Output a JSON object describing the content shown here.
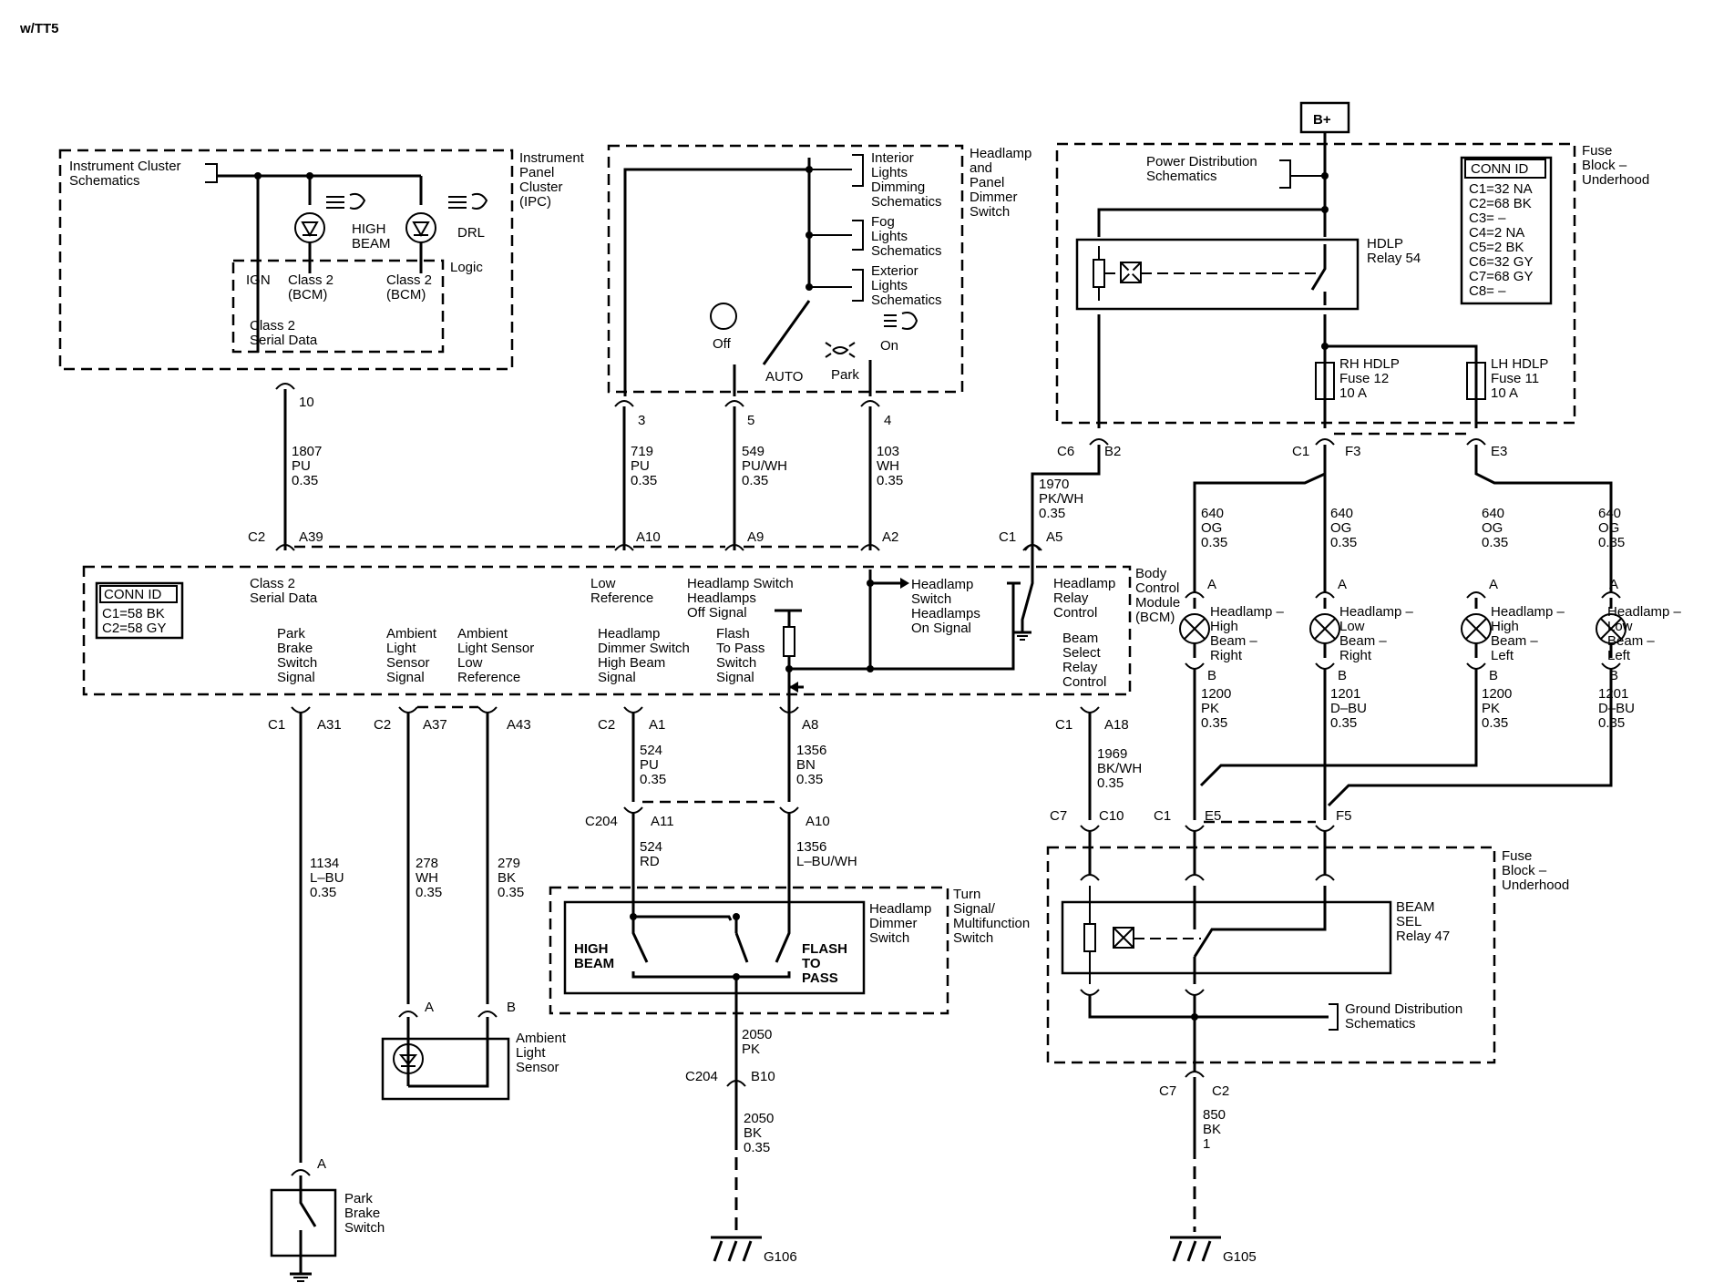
{
  "header": {
    "variant": "w/TT5",
    "battery": "B+"
  },
  "modules": {
    "ipc": {
      "title_lines": [
        "Instrument",
        "Panel",
        "Cluster",
        "(IPC)"
      ],
      "ref_lines": [
        "Instrument Cluster",
        "Schematics"
      ],
      "high_beam_lines": [
        "HIGH",
        "BEAM"
      ],
      "drl": "DRL",
      "logic": "Logic",
      "ign": "IGN",
      "class2_bcm_a_lines": [
        "Class 2",
        "(BCM)"
      ],
      "class2_bcm_b_lines": [
        "Class 2",
        "(BCM)"
      ],
      "serial_lines": [
        "Class 2",
        "Serial Data"
      ]
    },
    "headlamp_switch": {
      "title_lines": [
        "Headlamp",
        "and",
        "Panel",
        "Dimmer",
        "Switch"
      ],
      "ref_interior_lines": [
        "Interior",
        "Lights",
        "Dimming",
        "Schematics"
      ],
      "ref_fog_lines": [
        "Fog",
        "Lights",
        "Schematics"
      ],
      "ref_exterior_lines": [
        "Exterior",
        "Lights",
        "Schematics"
      ],
      "off": "Off",
      "auto": "AUTO",
      "park": "Park",
      "on": "On"
    },
    "fuse_block_top": {
      "title_lines": [
        "Fuse",
        "Block –",
        "Underhood"
      ],
      "ref_lines": [
        "Power Distribution",
        "Schematics"
      ],
      "relay_lines": [
        "HDLP",
        "Relay 54"
      ],
      "fuse_rh_lines": [
        "RH HDLP",
        "Fuse 12",
        "10 A"
      ],
      "fuse_lh_lines": [
        "LH HDLP",
        "Fuse 11",
        "10 A"
      ],
      "conn_title": "CONN ID",
      "conn_items": [
        "C1=32 NA",
        "C2=68 BK",
        "C3= –",
        "C4=2 NA",
        "C5=2 BK",
        "C6=32 GY",
        "C7=68 GY",
        "C8= –"
      ]
    },
    "bcm": {
      "title_lines": [
        "Body",
        "Control",
        "Module",
        "(BCM)"
      ],
      "conn_title": "CONN ID",
      "conn_items": [
        "C1=58 BK",
        "C2=58 GY"
      ],
      "serial_lines": [
        "Class 2",
        "Serial Data"
      ],
      "low_ref_lines": [
        "Low",
        "Reference"
      ],
      "hs_off_lines": [
        "Headlamp Switch",
        "Headlamps",
        "Off Signal"
      ],
      "hs_on_lines": [
        "Headlamp",
        "Switch",
        "Headlamps",
        "On Signal"
      ],
      "relay_ctrl_lines": [
        "Headlamp",
        "Relay",
        "Control"
      ],
      "park_brake_lines": [
        "Park",
        "Brake",
        "Switch",
        "Signal"
      ],
      "amb_sig_lines": [
        "Ambient",
        "Light",
        "Sensor",
        "Signal"
      ],
      "amb_ref_lines": [
        "Ambient",
        "Light Sensor",
        "Low",
        "Reference"
      ],
      "dimmer_sig_lines": [
        "Headlamp",
        "Dimmer Switch",
        "High Beam",
        "Signal"
      ],
      "flash_sig_lines": [
        "Flash",
        "To Pass",
        "Switch",
        "Signal"
      ],
      "beam_sel_lines": [
        "Beam",
        "Select",
        "Relay",
        "Control"
      ]
    },
    "turn_switch": {
      "title_lines": [
        "Turn",
        "Signal/",
        "Multifunction",
        "Switch"
      ],
      "dimmer_lines": [
        "Headlamp",
        "Dimmer",
        "Switch"
      ],
      "high_beam_lines": [
        "HIGH",
        "BEAM"
      ],
      "flash_lines": [
        "FLASH",
        "TO",
        "PASS"
      ]
    },
    "ambient_sensor": {
      "title_lines": [
        "Ambient",
        "Light",
        "Sensor"
      ]
    },
    "park_brake": {
      "title_lines": [
        "Park",
        "Brake",
        "Switch"
      ]
    },
    "fuse_block_bottom": {
      "title_lines": [
        "Fuse",
        "Block –",
        "Underhood"
      ],
      "relay_lines": [
        "BEAM",
        "SEL",
        "Relay 47"
      ],
      "ground_ref_lines": [
        "Ground Distribution",
        "Schematics"
      ]
    },
    "lamps": [
      {
        "lines": [
          "Headlamp –",
          "High",
          "Beam –",
          "Right"
        ],
        "wire_top": [
          "640",
          "OG",
          "0.35"
        ],
        "wire_bot": [
          "1200",
          "PK",
          "0.35"
        ]
      },
      {
        "lines": [
          "Headlamp –",
          "Low",
          "Beam –",
          "Right"
        ],
        "wire_top": [
          "640",
          "OG",
          "0.35"
        ],
        "wire_bot": [
          "1201",
          "D–BU",
          "0.35"
        ]
      },
      {
        "lines": [
          "Headlamp –",
          "High",
          "Beam –",
          "Left"
        ],
        "wire_top": [
          "640",
          "OG",
          "0.35"
        ],
        "wire_bot": [
          "1200",
          "PK",
          "0.35"
        ]
      },
      {
        "lines": [
          "Headlamp –",
          "Low",
          "Beam –",
          "Left"
        ],
        "wire_top": [
          "640",
          "OG",
          "0.35"
        ],
        "wire_bot": [
          "1201",
          "D–BU",
          "0.35"
        ]
      }
    ]
  },
  "wires": {
    "w1807": [
      "1807",
      "PU",
      "0.35"
    ],
    "w719": [
      "719",
      "PU",
      "0.35"
    ],
    "w549": [
      "549",
      "PU/WH",
      "0.35"
    ],
    "w103": [
      "103",
      "WH",
      "0.35"
    ],
    "w1970": [
      "1970",
      "PK/WH",
      "0.35"
    ],
    "w1134": [
      "1134",
      "L–BU",
      "0.35"
    ],
    "w278": [
      "278",
      "WH",
      "0.35"
    ],
    "w279": [
      "279",
      "BK",
      "0.35"
    ],
    "w524a": [
      "524",
      "PU",
      "0.35"
    ],
    "w1356a": [
      "1356",
      "BN",
      "0.35"
    ],
    "w524b": [
      "524",
      "RD"
    ],
    "w1356b": [
      "1356",
      "L–BU/WH"
    ],
    "w1969": [
      "1969",
      "BK/WH",
      "0.35"
    ],
    "w2050a": [
      "2050",
      "PK"
    ],
    "w2050b": [
      "2050",
      "BK",
      "0.35"
    ],
    "w850": [
      "850",
      "BK",
      "1"
    ]
  },
  "pins": {
    "p10": "10",
    "p3": "3",
    "p5": "5",
    "p4": "4",
    "c6": "C6",
    "b2": "B2",
    "c1f3": "C1",
    "f3": "F3",
    "e3": "E3",
    "c2a39": "C2",
    "a39": "A39",
    "a10": "A10",
    "a9": "A9",
    "a2": "A2",
    "c1a5": "C1",
    "a5": "A5",
    "c1a31": "C1",
    "a31": "A31",
    "c2a37": "C2",
    "a37": "A37",
    "a43": "A43",
    "c2a1": "C2",
    "a1": "A1",
    "a8": "A8",
    "c1a18": "C1",
    "a18": "A18",
    "c204a": "C204",
    "a11": "A11",
    "a10b": "A10",
    "c7c10": "C7",
    "c10": "C10",
    "c1e5": "C1",
    "e5": "E5",
    "f5": "F5",
    "pa_sensor": "A",
    "pb_sensor": "B",
    "pa_brake": "A",
    "c204b": "C204",
    "b10": "B10",
    "c7c2": "C7",
    "c2b": "C2",
    "lamp_a": "A",
    "lamp_b": "B",
    "g106": "G106",
    "g105": "G105"
  }
}
